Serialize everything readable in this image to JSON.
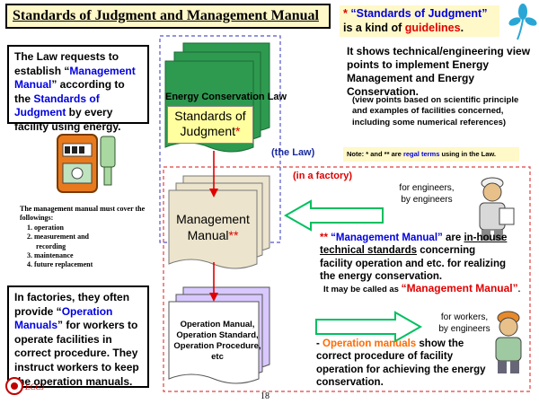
{
  "title": "Standards of Judgment and Management Manual",
  "top_note": {
    "star": "*",
    "quoted": "“Standards of Judgment”",
    "mid": " is a kind of ",
    "guidelines": "guidelines",
    "end": "."
  },
  "law_box": {
    "t1": "The Law requests to establish “",
    "mm": "Management Manual",
    "t2": "” according to the ",
    "soj": "Standards of Judgment",
    "t3": " by every facility using energy."
  },
  "manual_list": {
    "intro": "The management manual must cover the followings:",
    "items": [
      "1. operation",
      "2. measurement and",
      "recording",
      "3. maintenance",
      "4. future replacement"
    ]
  },
  "factory_box": {
    "t1": "In factories, they often provide “",
    "om": "Operation Manuals",
    "t2": "” for workers to operate facilities in correct procedure. They instruct workers to keep the operation manuals."
  },
  "tech_view": "It shows technical/engineering view points to implement Energy Management and Energy Conservation.",
  "tech_sub": "(view points based on scientific principle and examples of facilities concerned, including some numerical references)",
  "regal_note": {
    "t1": "Note: * and ** are ",
    "regal": "regal terms",
    "t2": " using in the Law."
  },
  "energy_law_label": "Energy Conservation Law",
  "soj_doc": {
    "line1": "Standards of",
    "line2": "Judgment",
    "star": "*"
  },
  "the_law": "(the Law)",
  "in_factory": "(in a factory)",
  "for_engineers": {
    "line1": "for engineers,",
    "line2": "by engineers"
  },
  "mm_doc": {
    "line1": "Management",
    "line2": "Manual",
    "star": "**"
  },
  "mm_desc": {
    "stars": "** ",
    "mm": "“Management Manual”",
    "t1": " are ",
    "u1": "in-house technical standards",
    "t2": " concerning facility operation and etc. for realizing the energy conservation."
  },
  "mm_also": {
    "t1": "It may be called as ",
    "mm": "“Management Manual”",
    "t2": "."
  },
  "om_doc": {
    "lines": [
      "Operation Manual,",
      "Operation Standard,",
      "Operation Procedure,",
      "etc"
    ]
  },
  "for_workers": {
    "line1": "for workers,",
    "line2": "by engineers"
  },
  "om_desc": {
    "dash": "- ",
    "om": "Operation manuals",
    "t": " show the correct procedure of facility operation for achieving the energy conservation."
  },
  "page_number": "18",
  "logo_text": "ECCJ",
  "colors": {
    "red": "#e00000",
    "blue": "#0000e0",
    "orange": "#ff6a00",
    "highlight": "#fff8c8",
    "arrow_green": "#00c060",
    "doc_green": "#2e9a50",
    "doc_purple": "#d8c8ff",
    "doc_tan": "#ece4cc"
  }
}
